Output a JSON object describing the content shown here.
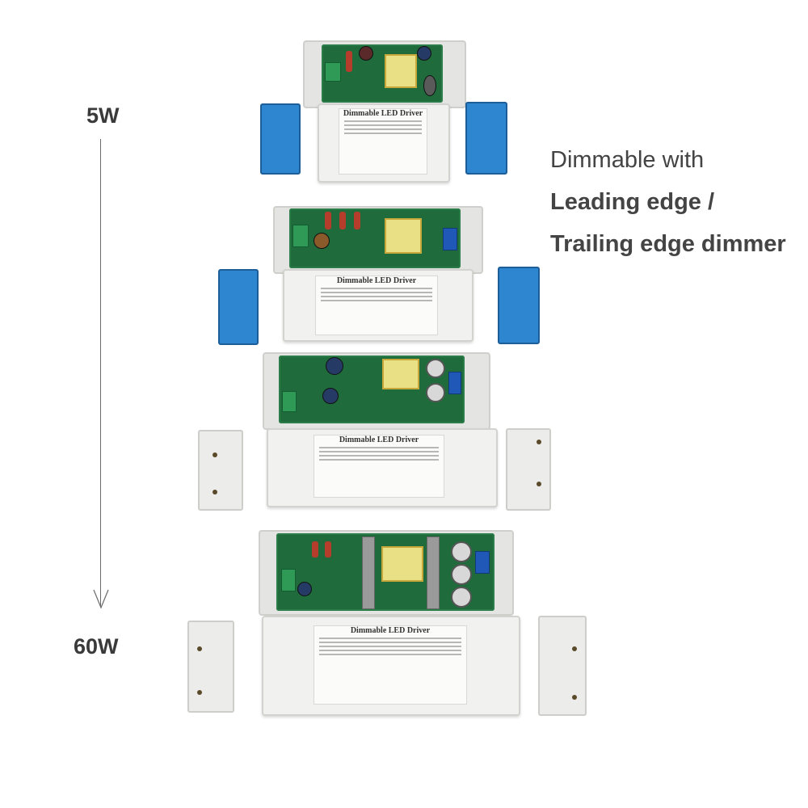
{
  "scale": {
    "top_label": "5W",
    "bottom_label": "60W",
    "arrow_icon": "down-arrow-icon"
  },
  "description": {
    "line1": "Dimmable with",
    "line2": "Leading edge /",
    "line3": "Trailing edge dimmer"
  },
  "drivers": [
    {
      "label_title": "Dimmable LED Driver",
      "endcap_color": "#2f86d0"
    },
    {
      "label_title": "Dimmable LED Driver",
      "endcap_color": "#2f86d0"
    },
    {
      "label_title": "Dimmable LED Driver",
      "endcap_color": "#ececea"
    },
    {
      "label_title": "Dimmable LED Driver",
      "endcap_color": "#ececea"
    }
  ],
  "colors": {
    "pcb": "#1f6b3c",
    "text": "#3a3a3a"
  }
}
